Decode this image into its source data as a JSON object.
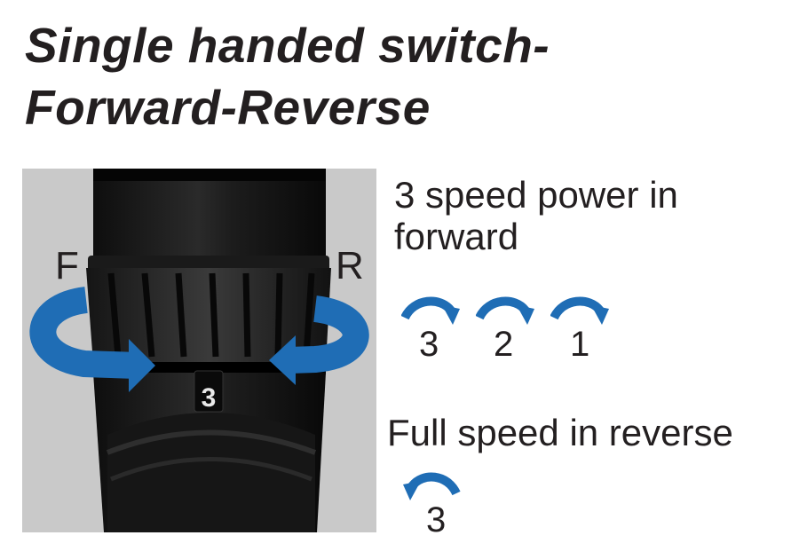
{
  "title": {
    "line1": "Single handed switch-",
    "line2": "Forward-Reverse"
  },
  "photo": {
    "label_forward": "F",
    "label_reverse": "R",
    "dial_number": "3"
  },
  "forward": {
    "text_line1": "3 speed power in",
    "text_line2": "forward",
    "speeds": [
      "3",
      "2",
      "1"
    ]
  },
  "reverse": {
    "text": "Full speed in reverse",
    "speeds": [
      "3"
    ]
  },
  "colors": {
    "arrow_blue": "#1f6db5",
    "text": "#231f20",
    "photo_background": "#c9c9c9"
  }
}
